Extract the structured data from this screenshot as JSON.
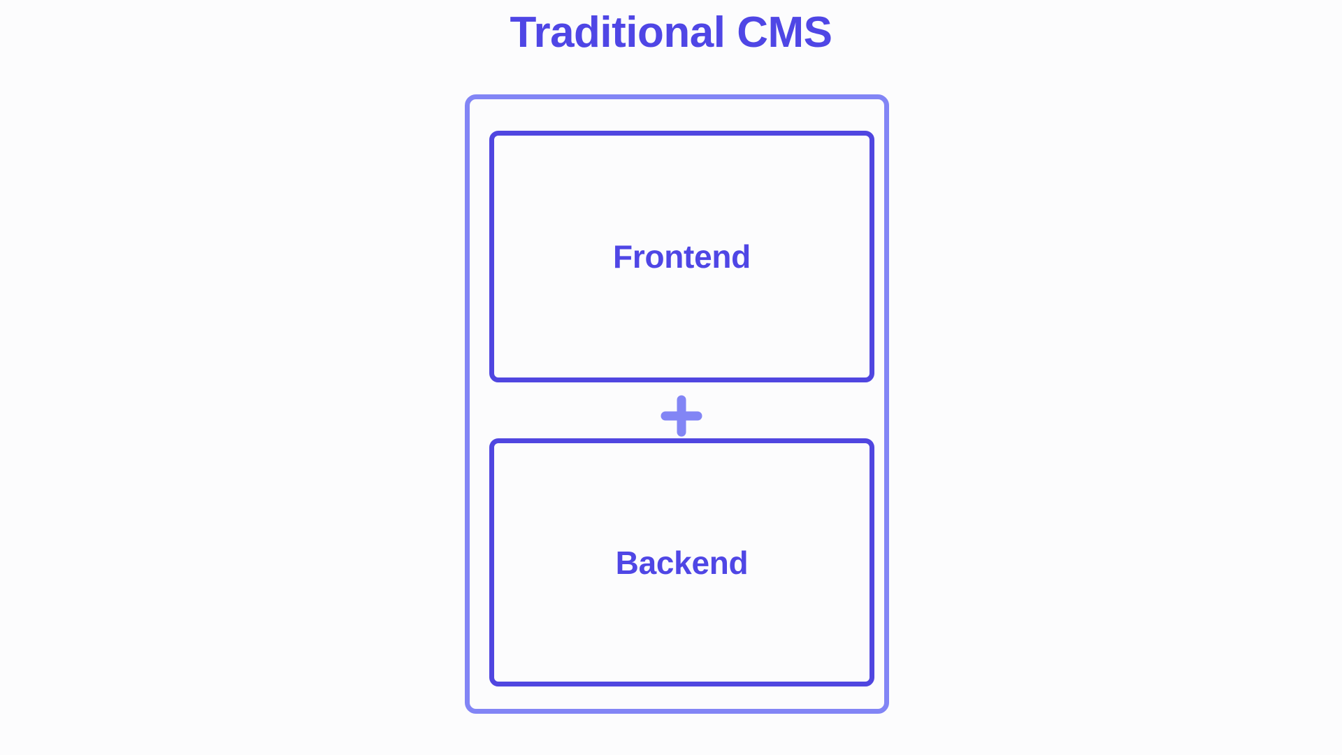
{
  "page": {
    "background_color": "#fcfcfd"
  },
  "diagram": {
    "title": "Traditional CMS",
    "title_color": "#4f46e5",
    "type": "nested-architecture-diagram",
    "outer_container": {
      "name": "monolith-container",
      "border_color": "#8285f5",
      "fill": "none"
    },
    "layers": [
      {
        "id": "frontend",
        "label": "Frontend",
        "border_color": "#5046e0",
        "text_color": "#4f46e5",
        "fill": "none"
      },
      {
        "id": "backend",
        "label": "Backend",
        "border_color": "#5046e0",
        "text_color": "#4f46e5",
        "fill": "none"
      }
    ],
    "connector": {
      "icon": "plus-icon",
      "symbol": "+",
      "color": "#8285f5"
    }
  }
}
